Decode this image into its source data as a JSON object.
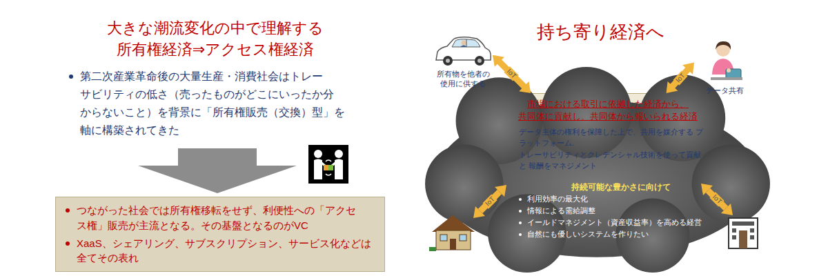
{
  "diagram": {
    "title": "大きな潮流変化の中で理解する 所有権経済⇒アクセス権経済",
    "nodes": [
      {
        "text": [
          "つながった社会では所有権移転をせず、利便性への「アクセ ス権」販売が主流となる。その基盤となるのがVC",
          "XaaS、シェアリング、サブスクリプション、サービス化などは 全てその表れ"
        ]
      },
      {
        "text": [
          "所有物を他者の 使用に供する"
        ]
      },
      {
        "text": [
          "データ共有"
        ]
      },
      {
        "text": [
          "持続可能な豊かさに向けて",
          "利用効率の最大化",
          "情報による需給調整",
          "イールドマネジメント（資産収益率）を高める経営",
          "自然にも優しいシステムを作りたい"
        ]
      },
      {
        "text": [
          "市場における取引に依拠した経済から、 共同体に貢献し、共同体から報いられる経済",
          "データ主体の権利を保障した上で、共用を媒介する プラットフォーム.",
          "トレーサビリティとクレデンシャル技術を使って貢献と 報酬をマネジメント"
        ],
        "in": 3
      }
    ],
    "edges": [
      {
        "from": 1,
        "to": 4,
        "arrow": "both",
        "label": "IoT"
      },
      {
        "from": 2,
        "to": 4,
        "arrow": "both",
        "label": "IoT"
      }
    ],
    "labels": [
      "第二次産業革命後の大量生産・消費社会はトレー サビリティの低さ（売ったものがどこにいったか分 からないこと）を背景に「所有権販売（交換）型」を 軸に構築されてきた",
      "持ち寄り経済へ",
      "IoT",
      "IoT"
    ]
  }
}
